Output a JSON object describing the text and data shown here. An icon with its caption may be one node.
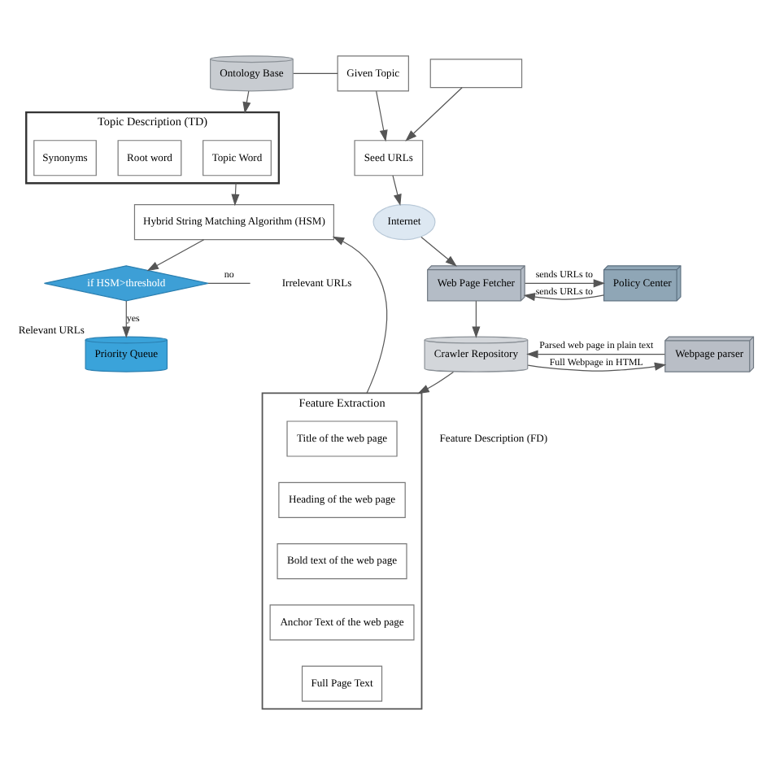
{
  "diagram": {
    "nodes": [
      {
        "text": [
          "Ontology Base"
        ]
      },
      {
        "text": [
          "Given Topic"
        ]
      },
      {
        "text": [
          "Seed URLs"
        ]
      },
      {
        "text": [],
        "shape": "box"
      },
      {
        "text": [
          "Internet"
        ]
      },
      {
        "text": [
          "Topic Description (TD)"
        ]
      },
      {
        "text": [
          "Topic Word"
        ],
        "in": 5
      },
      {
        "text": [
          "Root word"
        ],
        "in": 5
      },
      {
        "text": [
          "Synonyms"
        ],
        "in": 5
      },
      {
        "text": [
          "Web Page Fetcher"
        ]
      },
      {
        "text": [
          "Policy Center"
        ]
      },
      {
        "text": [
          "Crawler Repository"
        ]
      },
      {
        "text": [
          "Webpage parser"
        ]
      },
      {
        "text": [
          "Hybrid String Matching Algorithm (HSM)"
        ]
      },
      {
        "text": [
          "Feature Extraction"
        ],
        "beside": [
          "Feature Description (FD)"
        ]
      },
      {
        "text": [
          "Title of the web page"
        ],
        "in": 14
      },
      {
        "text": [
          "Heading of the web page"
        ],
        "in": 14
      },
      {
        "text": [
          "Bold text of the web page"
        ],
        "in": 14
      },
      {
        "text": [
          "Anchor Text of the web page"
        ],
        "in": 14
      },
      {
        "text": [
          "Full Page Text"
        ],
        "in": 14
      },
      {
        "text": [
          "if HSM>threshold"
        ]
      },
      {
        "text": [
          "Priority Queue"
        ],
        "beside": [
          "Relevant URLs"
        ]
      }
    ],
    "edges": [
      {
        "from": 0,
        "to": 1,
        "arrow": "none"
      },
      {
        "from": 0,
        "to": 5,
        "arrow": "to"
      },
      {
        "from": 1,
        "to": 2,
        "arrow": "to"
      },
      {
        "from": 3,
        "to": 2,
        "arrow": "to"
      },
      {
        "from": 2,
        "to": 4,
        "arrow": "to"
      },
      {
        "from": 4,
        "to": 9,
        "arrow": "to"
      },
      {
        "from": 9,
        "to": 10,
        "arrow": "to",
        "label": "sends URLs to"
      },
      {
        "from": 10,
        "to": 9,
        "arrow": "to",
        "label": "sends URLs to"
      },
      {
        "from": 9,
        "to": 11,
        "arrow": "to"
      },
      {
        "from": 11,
        "to": 12,
        "arrow": "to",
        "label": "Full Webpage in HTML"
      },
      {
        "from": 12,
        "to": 11,
        "arrow": "to",
        "label": "Parsed web page in plain text"
      },
      {
        "from": 11,
        "to": 14,
        "arrow": "to"
      },
      {
        "from": 5,
        "to": 13,
        "arrow": "to"
      },
      {
        "from": 14,
        "to": 13,
        "arrow": "to"
      },
      {
        "from": 13,
        "to": 20,
        "arrow": "to"
      },
      {
        "from": 20,
        "to": 21,
        "arrow": "to",
        "label": "yes"
      },
      {
        "from": 20,
        "to": null,
        "arrow": "none",
        "label": "no"
      }
    ],
    "labels": [
      "Irrelevant URLs"
    ]
  }
}
